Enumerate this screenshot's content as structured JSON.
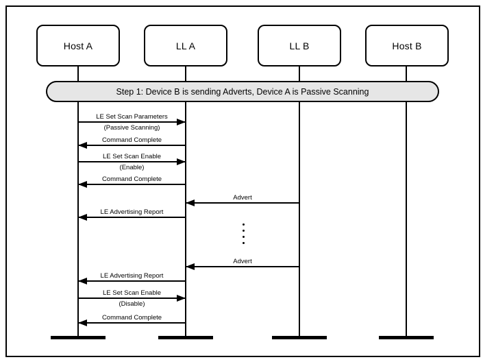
{
  "diagram": {
    "type": "sequence",
    "banner": {
      "label": "Step 1: Device B is sending Adverts, Device A is Passive Scanning"
    },
    "participants": [
      {
        "id": "host-a",
        "label": "Host A"
      },
      {
        "id": "ll-a",
        "label": "LL A"
      },
      {
        "id": "ll-b",
        "label": "LL B"
      },
      {
        "id": "host-b",
        "label": "Host B"
      }
    ],
    "messages": [
      {
        "label": "LE Set Scan Parameters",
        "sublabel": "(Passive Scanning)",
        "from": "Host A",
        "to": "LL A",
        "direction": "right"
      },
      {
        "label": "Command Complete",
        "from": "LL A",
        "to": "Host A",
        "direction": "left"
      },
      {
        "label": "LE Set Scan Enable",
        "sublabel": "(Enable)",
        "from": "Host A",
        "to": "LL A",
        "direction": "right"
      },
      {
        "label": "Command Complete",
        "from": "LL A",
        "to": "Host A",
        "direction": "left"
      },
      {
        "label": "Advert",
        "from": "LL B",
        "to": "LL A",
        "direction": "left"
      },
      {
        "label": "LE Advertising Report",
        "from": "LL A",
        "to": "Host A",
        "direction": "left"
      },
      {
        "label": "Advert",
        "from": "LL B",
        "to": "LL A",
        "direction": "left"
      },
      {
        "label": "LE Advertising Report",
        "from": "LL A",
        "to": "Host A",
        "direction": "left"
      },
      {
        "label": "LE Set Scan Enable",
        "sublabel": "(Disable)",
        "from": "Host A",
        "to": "LL A",
        "direction": "right"
      },
      {
        "label": "Command Complete",
        "from": "LL A",
        "to": "Host A",
        "direction": "left"
      }
    ],
    "ellipsis": {
      "dots": 4,
      "between": [
        "LL A",
        "LL B"
      ]
    },
    "colors": {
      "line": "#000000",
      "banner_fill": "#e6e6e6",
      "background": "#ffffff",
      "text": "#000000"
    }
  }
}
